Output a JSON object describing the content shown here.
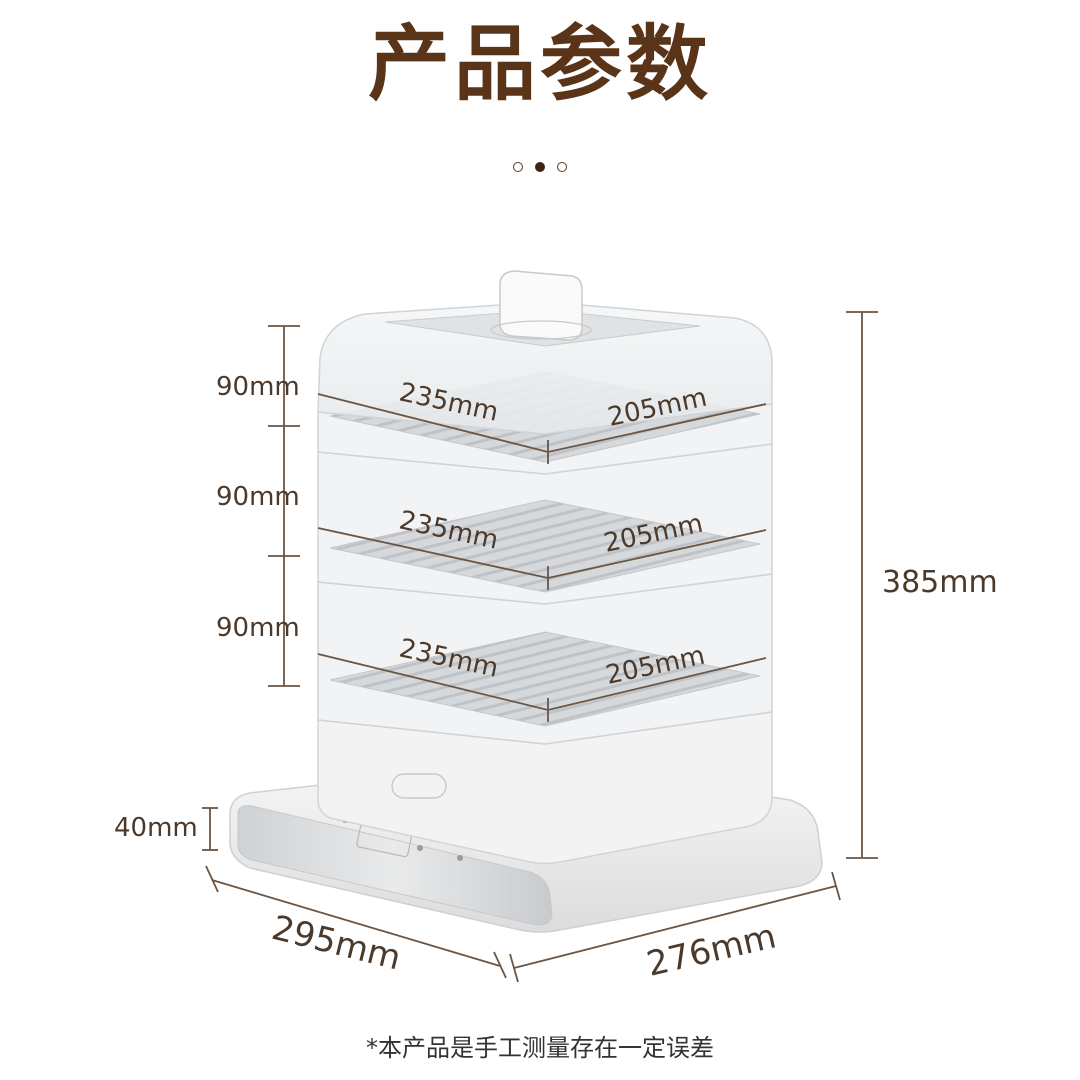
{
  "title": "产品参数",
  "pager": {
    "count": 3,
    "active": 1
  },
  "colors": {
    "title": "#5a3418",
    "dimension_line": "#6b5543",
    "label": "#4b3a2c",
    "appliance_body": "#f2f2f2",
    "tray": "#d4d7da"
  },
  "dimensions": {
    "layer_heights": [
      "90mm",
      "90mm",
      "90mm"
    ],
    "tray_length": "235mm",
    "tray_width": "205mm",
    "total_height": "385mm",
    "base_height": "40mm",
    "base_length": "295mm",
    "base_width": "276mm"
  },
  "footnote": "*本产品是手工测量存在一定误差"
}
